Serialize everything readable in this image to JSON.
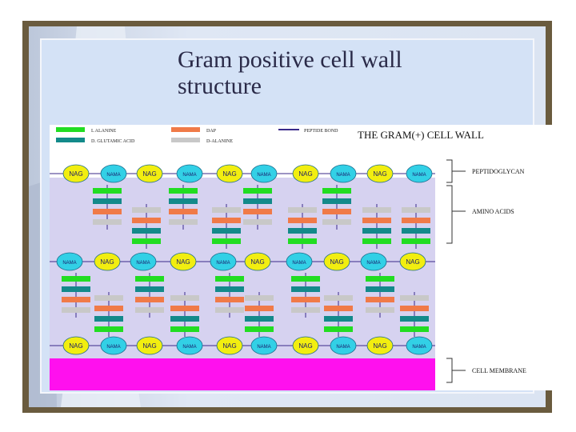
{
  "slide": {
    "title_line1": "Gram positive cell wall",
    "title_line2": "structure"
  },
  "diagram": {
    "heading": "THE GRAM(+) CELL WALL",
    "legend": [
      {
        "label": "L ALANINE",
        "color": "#22dd22"
      },
      {
        "label": "D. GLUTAMIC ACID",
        "color": "#138a8a"
      },
      {
        "label": "DAP",
        "color": "#f07a48"
      },
      {
        "label": "D-ALANINE",
        "color": "#c8c8c8"
      },
      {
        "label": "PEPTIDE BOND",
        "color": "#3a2a8a"
      }
    ],
    "labels": {
      "peptidoglycan": "PEPTIDOGLYCAN",
      "amino_acids": "AMINO ACIDS",
      "cell_membrane": "CELL MEMBRANE"
    },
    "sugar_rows": [
      [
        "NAG",
        "NAMA",
        "NAG",
        "NAMA",
        "NAG",
        "NAMA",
        "NAG",
        "NAMA",
        "NAG",
        "NAMA"
      ],
      [
        "NAMA",
        "NAG",
        "NAMA",
        "NAG",
        "NAMA",
        "NAG",
        "NAMA",
        "NAG",
        "NAMA",
        "NAG"
      ],
      [
        "NAG",
        "NAMA",
        "NAG",
        "NAMA",
        "NAG",
        "NAMA",
        "NAG",
        "NAMA",
        "NAG",
        "NAMA"
      ]
    ],
    "colors": {
      "nag": "#f2ee10",
      "nama": "#32d0e6",
      "membrane": "#ff10ee",
      "matrix": "#d6d2f0"
    }
  }
}
